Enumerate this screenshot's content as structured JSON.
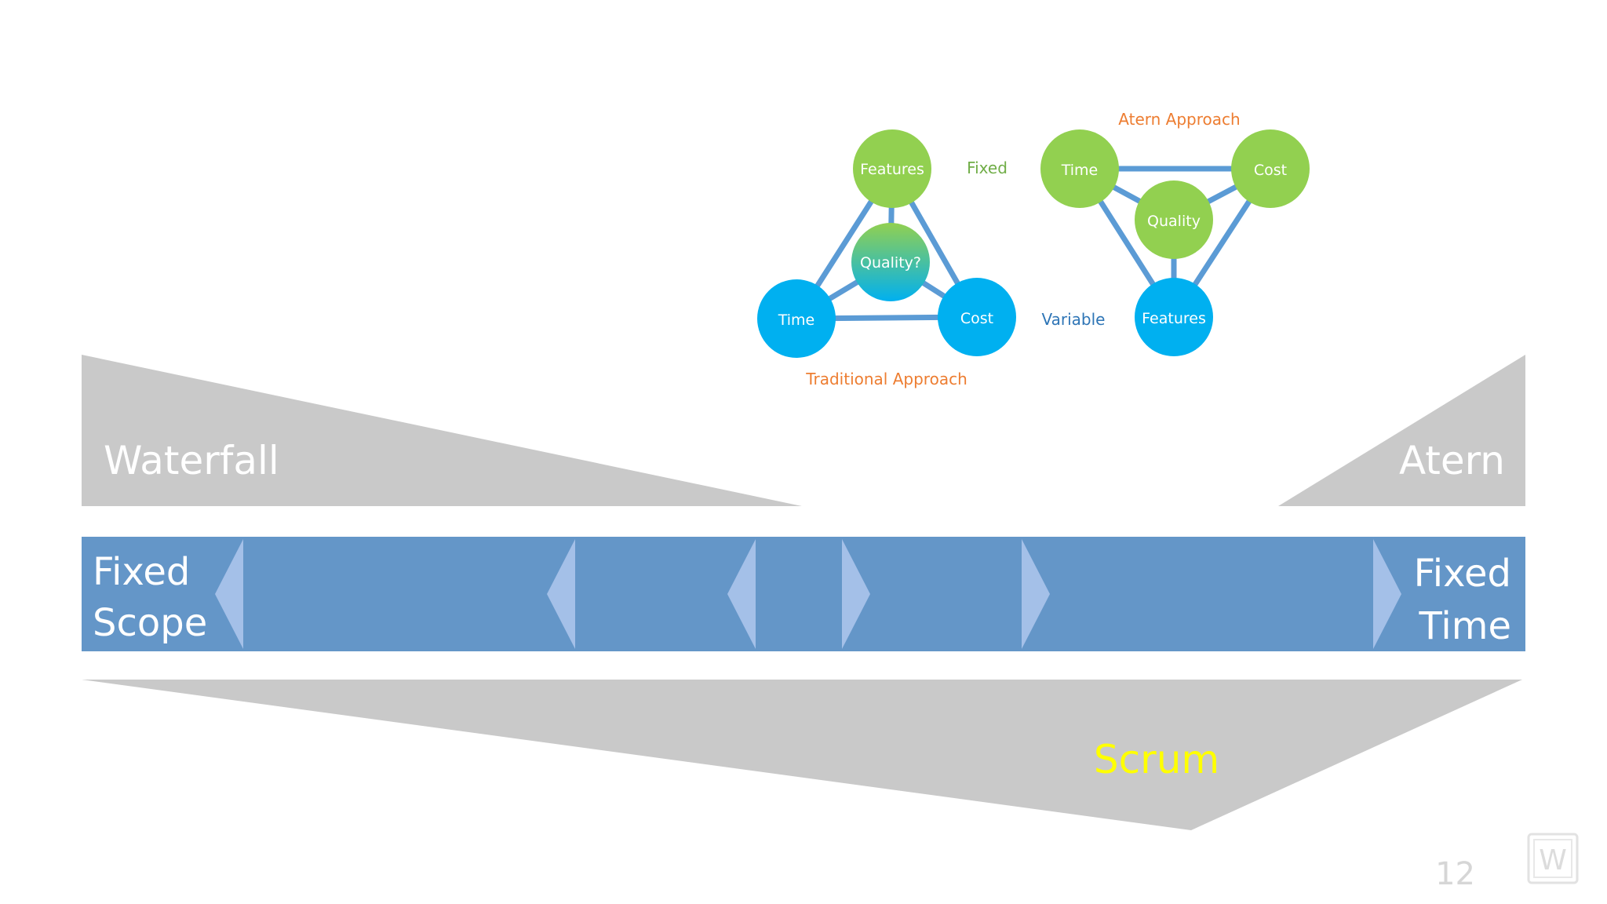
{
  "slide": {
    "page_number": "12",
    "logo_letter": "W"
  },
  "traditional": {
    "caption": "Traditional Approach",
    "features": "Features",
    "quality": "Quality?",
    "time": "Time",
    "cost": "Cost"
  },
  "atern_triangle": {
    "caption": "Atern Approach",
    "time": "Time",
    "cost": "Cost",
    "quality": "Quality",
    "features": "Features"
  },
  "legend": {
    "fixed": "Fixed",
    "variable": "Variable"
  },
  "wedges": {
    "waterfall": "Waterfall",
    "atern": "Atern",
    "scrum": "Scrum"
  },
  "bar": {
    "left_line1": "Fixed",
    "left_line2": "Scope",
    "right_line1": "Fixed",
    "right_line2": "Time"
  },
  "colors": {
    "green": "#92D050",
    "blue_circle": "#00B0F0",
    "edge": "#5B9BD5",
    "bar": "#6496C8",
    "chevron": "#A4C0E8",
    "wedge": "#C9C9C9",
    "orange_text": "#ED7D31",
    "green_text": "#70AD47",
    "variable_text": "#2E75B6",
    "scrum_text": "#FFFF00"
  }
}
